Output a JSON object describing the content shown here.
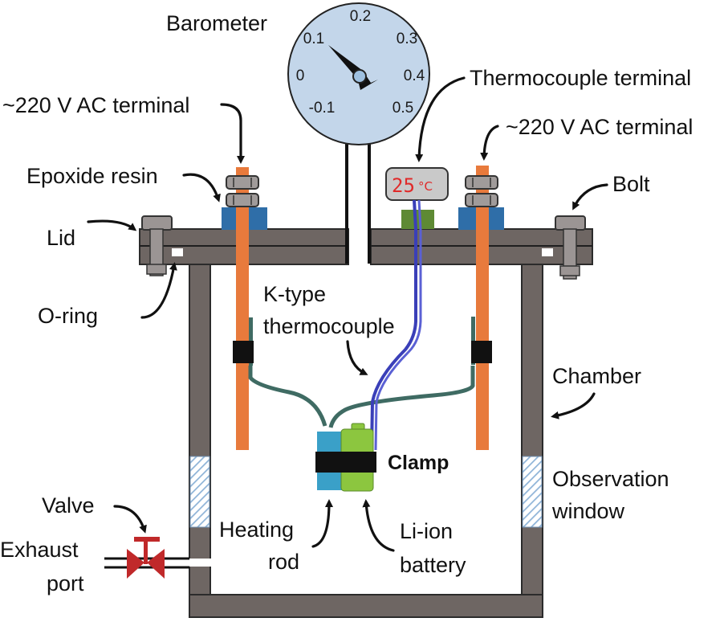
{
  "diagram": {
    "title": "Battery thermal runaway test chamber schematic",
    "colors": {
      "chamber_wall": "#6e6663",
      "lid": "#6e6663",
      "ac_terminal": "#e87a3c",
      "epoxide_resin": "#2f6ea8",
      "thermocouple_block": "#5e8a34",
      "thermocouple_wire": "#3a3fb8",
      "heater_wire": "#3f6b63",
      "heating_rod": "#3aa0c8",
      "battery": "#8cc63f",
      "valve": "#c0292a",
      "gauge_face": "#c3d6ea",
      "window_hatch": "#8fb4d8"
    },
    "barometer": {
      "label": "Barometer",
      "ticks": [
        "0.2",
        "0.1",
        "0.3",
        "0",
        "0.4",
        "-0.1",
        "0.5"
      ],
      "reading": "0.1"
    },
    "thermocouple_display": {
      "value": "25",
      "unit": "°C"
    },
    "labels": {
      "barometer": "Barometer",
      "thermocouple_terminal": "Thermocouple terminal",
      "ac_terminal_left": "~220 V AC terminal",
      "ac_terminal_right": "~220 V AC terminal",
      "epoxide_resin": "Epoxide resin",
      "bolt": "Bolt",
      "lid": "Lid",
      "o_ring": "O-ring",
      "k_type_line1": "K-type",
      "k_type_line2": "thermocouple",
      "chamber": "Chamber",
      "clamp": "Clamp",
      "observation_line1": "Observation",
      "observation_line2": "window",
      "valve": "Valve",
      "exhaust_line1": "Exhaust",
      "exhaust_line2": "port",
      "heating_line1": "Heating",
      "heating_line2": "rod",
      "liion_line1": "Li-ion",
      "liion_line2": "battery"
    }
  }
}
